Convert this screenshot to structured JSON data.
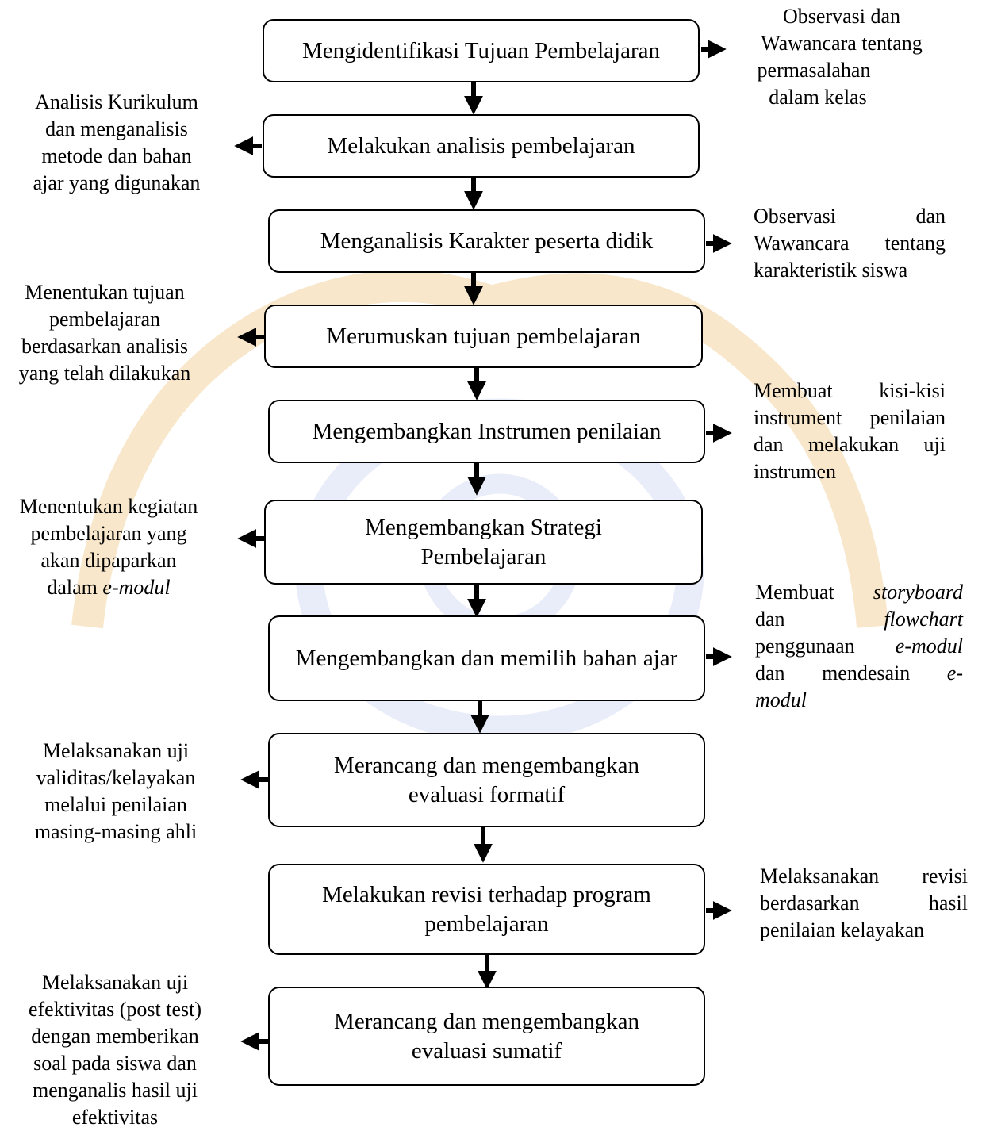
{
  "steps": [
    {
      "text": "Mengidentifikasi Tujuan Pembelajaran"
    },
    {
      "text": "Melakukan analisis pembelajaran"
    },
    {
      "text": "Menganalisis Karakter peserta didik"
    },
    {
      "text": "Merumuskan tujuan pembelajaran"
    },
    {
      "text": "Mengembangkan Instrumen penilaian"
    },
    {
      "text": "Mengembangkan Strategi Pembelajaran"
    },
    {
      "text": "Mengembangkan dan memilih bahan ajar"
    },
    {
      "text": "Merancang dan mengembangkan evaluasi formatif"
    },
    {
      "text": "Melakukan revisi terhadap program pembelajaran"
    },
    {
      "text": "Merancang dan mengembangkan evaluasi sumatif"
    }
  ],
  "notes": {
    "n1": [
      "Observasi dan",
      "Wawancara tentang",
      "permasalahan",
      "dalam kelas"
    ],
    "n2": [
      "Analisis Kurikulum",
      "dan menganalisis",
      "metode dan bahan",
      "ajar yang digunakan"
    ],
    "n3": [
      "Observasi dan",
      "Wawancara tentang",
      "karakteristik siswa"
    ],
    "n4": [
      "Menentukan tujuan",
      "pembelajaran",
      "berdasarkan analisis",
      "yang telah dilakukan"
    ],
    "n5": [
      "Membuat kisi-kisi",
      "instrument penilaian",
      "dan melakukan uji",
      "instrumen"
    ],
    "n6": [
      "Menentukan kegiatan",
      "pembelajaran yang",
      "akan dipaparkan",
      "dalam",
      "e-modul"
    ],
    "n7": [
      "Membuat",
      "storyboard",
      "dan",
      "flowchart",
      "penggunaan",
      "e-modul",
      "dan mendesain",
      "e-",
      "modul"
    ],
    "n8": [
      "Melaksanakan uji",
      "validitas/kelayakan",
      "melalui penilaian",
      "masing-masing ahli"
    ],
    "n9": [
      "Melaksanakan revisi",
      "berdasarkan hasil",
      "penilaian kelayakan"
    ],
    "n10": [
      "Melaksanakan uji",
      "efektivitas (post test)",
      "dengan memberikan",
      "soal pada siswa dan",
      "menganalis hasil uji",
      "efektivitas"
    ]
  },
  "colors": {
    "watermark": "#f2d4a0",
    "watermark_blue": "#cfd8f2",
    "line": "#000000"
  }
}
